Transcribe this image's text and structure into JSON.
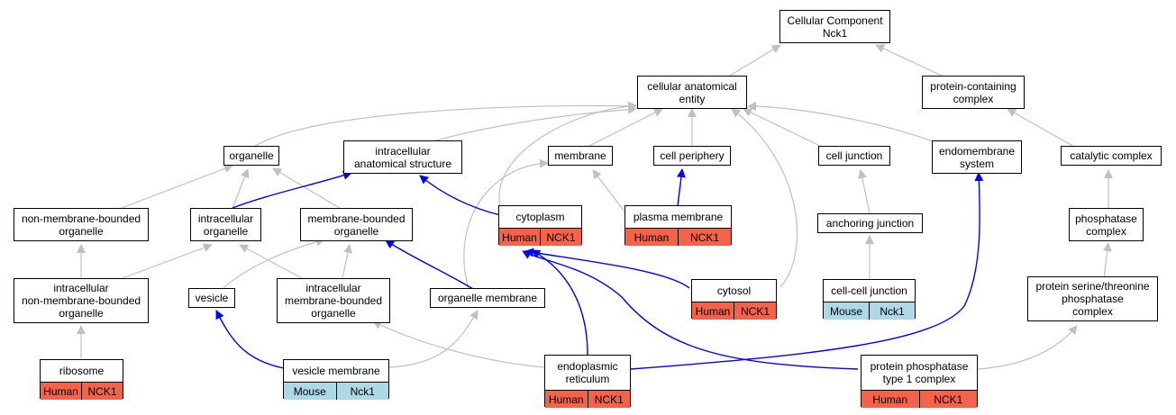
{
  "colors": {
    "human": "#f4624a",
    "mouse": "#add8e6",
    "edge_grey": "#c0c0c0",
    "edge_blue": "#0000ff"
  },
  "nodes": {
    "root": {
      "label": "Cellular Component\nNck1"
    },
    "cellular_anatomical_entity": {
      "label": "cellular anatomical\nentity"
    },
    "protein_containing_complex": {
      "label": "protein-containing\ncomplex"
    },
    "organelle": {
      "label": "organelle"
    },
    "intracellular_anatomical_structure": {
      "label": "intracellular\nanatomical structure"
    },
    "membrane": {
      "label": "membrane"
    },
    "cell_periphery": {
      "label": "cell periphery"
    },
    "cell_junction": {
      "label": "cell junction"
    },
    "endomembrane_system": {
      "label": "endomembrane\nsystem"
    },
    "catalytic_complex": {
      "label": "catalytic complex"
    },
    "non_membrane_bounded_organelle": {
      "label": "non-membrane-bounded\norganelle"
    },
    "intracellular_organelle": {
      "label": "intracellular\norganelle"
    },
    "membrane_bounded_organelle": {
      "label": "membrane-bounded\norganelle"
    },
    "cytoplasm": {
      "label": "cytoplasm",
      "species": "Human",
      "gene": "NCK1"
    },
    "plasma_membrane": {
      "label": "plasma membrane",
      "species": "Human",
      "gene": "NCK1"
    },
    "anchoring_junction": {
      "label": "anchoring junction"
    },
    "phosphatase_complex": {
      "label": "phosphatase\ncomplex"
    },
    "intracellular_non_membrane_bounded_organelle": {
      "label": "intracellular\nnon-membrane-bounded\norganelle"
    },
    "vesicle": {
      "label": "vesicle"
    },
    "intracellular_membrane_bounded_organelle": {
      "label": "intracellular\nmembrane-bounded\norganelle"
    },
    "organelle_membrane": {
      "label": "organelle membrane"
    },
    "cytosol": {
      "label": "cytosol",
      "species": "Human",
      "gene": "NCK1"
    },
    "cell_cell_junction": {
      "label": "cell-cell junction",
      "species": "Mouse",
      "gene": "Nck1"
    },
    "protein_serine_threonine_phosphatase_complex": {
      "label": "protein serine/threonine\nphosphatase\ncomplex"
    },
    "ribosome": {
      "label": "ribosome",
      "species": "Human",
      "gene": "NCK1"
    },
    "vesicle_membrane": {
      "label": "vesicle membrane",
      "species": "Mouse",
      "gene": "Nck1"
    },
    "endoplasmic_reticulum": {
      "label": "endoplasmic\nreticulum",
      "species": "Human",
      "gene": "NCK1"
    },
    "protein_phosphatase_type_1_complex": {
      "label": "protein phosphatase\ntype 1 complex",
      "species": "Human",
      "gene": "NCK1"
    }
  }
}
